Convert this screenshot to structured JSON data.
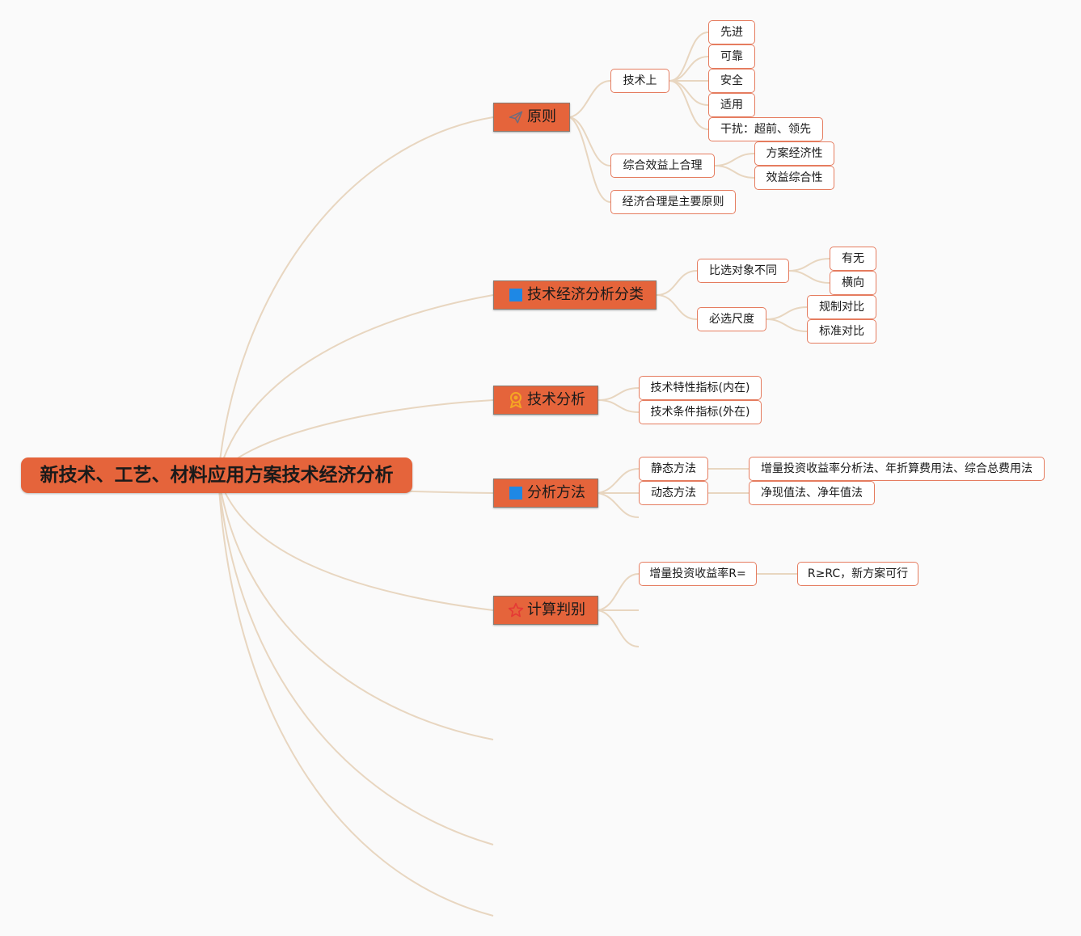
{
  "root": {
    "title": "新技术、工艺、材料应用方案技术经济分析"
  },
  "branches": {
    "principle": {
      "title": "原则",
      "icon": "paper-plane-icon",
      "technical": {
        "label": "技术上",
        "items": [
          "先进",
          "可靠",
          "安全",
          "适用",
          "干扰：超前、领先"
        ]
      },
      "comprehensive": {
        "label": "综合效益上合理",
        "items": [
          "方案经济性",
          "效益综合性"
        ]
      },
      "economic_main": "经济合理是主要原则"
    },
    "classification": {
      "title": "技术经济分析分类",
      "icon": "blue-square-icon",
      "object": {
        "label": "比选对象不同",
        "items": [
          "有无",
          "横向"
        ]
      },
      "scale": {
        "label": "必选尺度",
        "items": [
          "规制对比",
          "标准对比"
        ]
      }
    },
    "tech_analysis": {
      "title": "技术分析",
      "icon": "award-ribbon-icon",
      "items": [
        "技术特性指标(内在)",
        "技术条件指标(外在)"
      ]
    },
    "methods": {
      "title": "分析方法",
      "icon": "blue-square-icon",
      "static": {
        "label": "静态方法",
        "detail": "增量投资收益率分析法、年折算费用法、综合总费用法"
      },
      "dynamic": {
        "label": "动态方法",
        "detail": "净现值法、净年值法"
      }
    },
    "judgment": {
      "title": "计算判别",
      "icon": "star-icon",
      "formula": {
        "label": "增量投资收益率R=",
        "detail": "R≥RC，新方案可行"
      }
    }
  },
  "colors": {
    "node_fill": "#e5643b",
    "leaf_border": "#e57c5f",
    "connector": "#e8d6c0",
    "icon_blue": "#1e88e5",
    "icon_orange": "#f5a623",
    "icon_red": "#e53935",
    "icon_gray": "#6c6c7e"
  }
}
